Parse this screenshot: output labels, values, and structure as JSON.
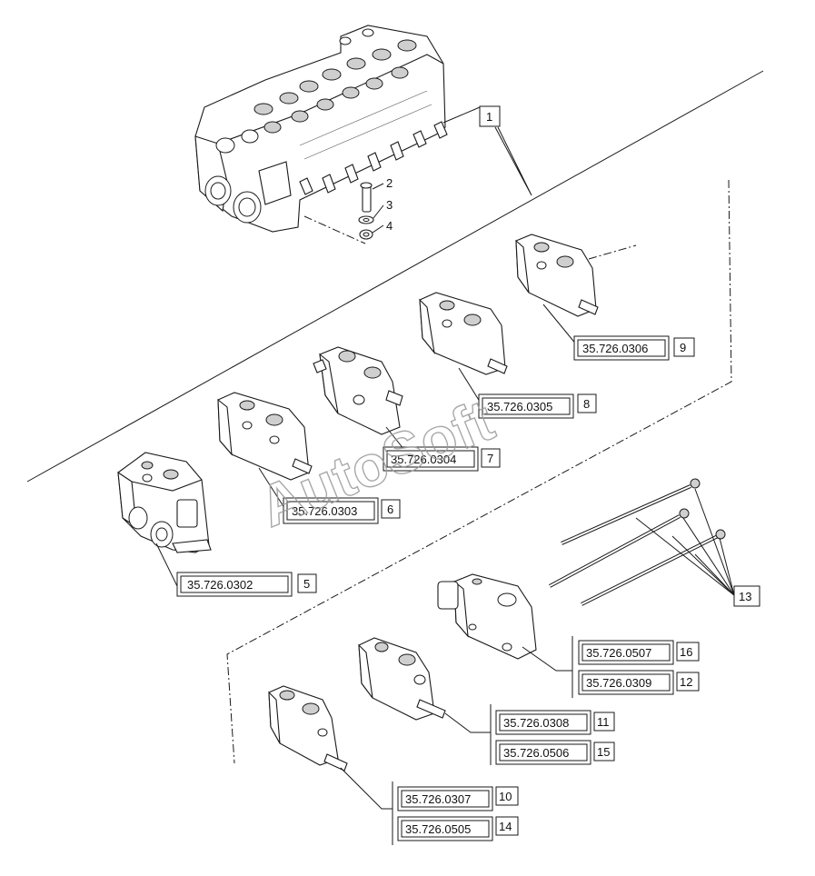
{
  "diagram": {
    "watermark": "AutoSoft",
    "callouts": [
      {
        "id": "1",
        "label": "1"
      },
      {
        "id": "2",
        "label": "2"
      },
      {
        "id": "3",
        "label": "3"
      },
      {
        "id": "4",
        "label": "4"
      },
      {
        "id": "5",
        "label": "5"
      },
      {
        "id": "6",
        "label": "6"
      },
      {
        "id": "7",
        "label": "7"
      },
      {
        "id": "8",
        "label": "8"
      },
      {
        "id": "9",
        "label": "9"
      },
      {
        "id": "10",
        "label": "10"
      },
      {
        "id": "11",
        "label": "11"
      },
      {
        "id": "12",
        "label": "12"
      },
      {
        "id": "13",
        "label": "13"
      },
      {
        "id": "14",
        "label": "14"
      },
      {
        "id": "15",
        "label": "15"
      },
      {
        "id": "16",
        "label": "16"
      }
    ],
    "part_refs": {
      "p5": "35.726.0302",
      "p6": "35.726.0303",
      "p7": "35.726.0304",
      "p8": "35.726.0305",
      "p9": "35.726.0306",
      "p10": "35.726.0307",
      "p11": "35.726.0308",
      "p12": "35.726.0309",
      "p14": "35.726.0505",
      "p15": "35.726.0506",
      "p16": "35.726.0507"
    }
  }
}
